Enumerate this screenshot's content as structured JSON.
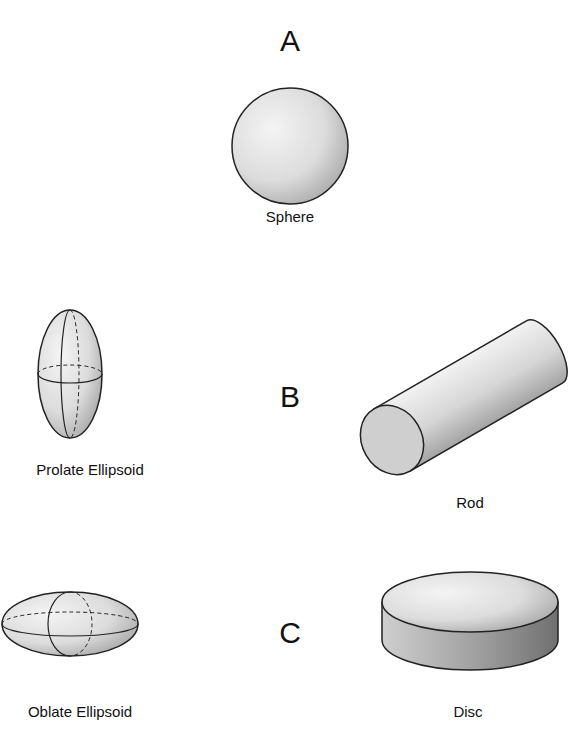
{
  "diagram": {
    "labels": [
      "A",
      "Sphere",
      "B",
      "Prolate Ellipsoid",
      "Rod",
      "C",
      "Oblate Ellipsoid",
      "Disc"
    ]
  }
}
